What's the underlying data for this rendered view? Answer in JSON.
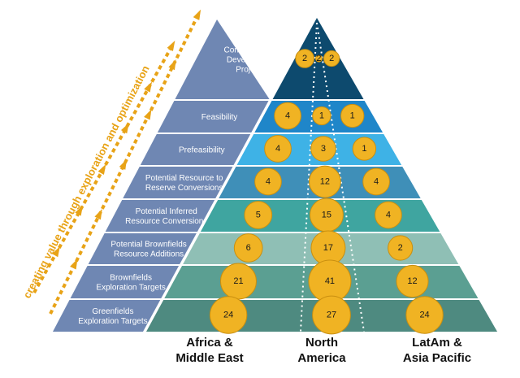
{
  "side_caption": "creating value through exploration and optimization",
  "tiers": [
    {
      "id": "construction",
      "label_lines": [
        "Construction  &",
        "Development",
        "Projects"
      ],
      "color": "#0d4a6e",
      "counts": [
        2,
        2,
        2
      ]
    },
    {
      "id": "feasibility",
      "label_lines": [
        "Feasibility"
      ],
      "color": "#1f86c9",
      "counts": [
        4,
        1,
        1
      ]
    },
    {
      "id": "prefeasibility",
      "label_lines": [
        "Prefeasibility"
      ],
      "color": "#3eb2e6",
      "counts": [
        4,
        3,
        1
      ]
    },
    {
      "id": "resource-to-reserve",
      "label_lines": [
        "Potential Resource to",
        "Reserve Conversions"
      ],
      "color": "#3f8fb8",
      "counts": [
        4,
        12,
        4
      ]
    },
    {
      "id": "inferred-resource",
      "label_lines": [
        "Potential Inferred",
        "Resource Conversions"
      ],
      "color": "#3fa5a0",
      "counts": [
        5,
        15,
        4
      ]
    },
    {
      "id": "brownfields-additions",
      "label_lines": [
        "Potential Brownfields",
        "Resource Additions"
      ],
      "color": "#8fbfb5",
      "counts": [
        6,
        17,
        2
      ]
    },
    {
      "id": "brownfields-targets",
      "label_lines": [
        "Brownfields",
        "Exploration Targets"
      ],
      "color": "#5b9f92",
      "counts": [
        21,
        41,
        12
      ]
    },
    {
      "id": "greenfields-targets",
      "label_lines": [
        "Greenfields",
        "Exploration Targets"
      ],
      "color": "#4e8a80",
      "counts": [
        24,
        27,
        24
      ]
    }
  ],
  "regions": [
    {
      "id": "africa-middle-east",
      "lines": [
        "Africa &",
        "Middle East"
      ]
    },
    {
      "id": "north-america",
      "lines": [
        "North",
        "America"
      ]
    },
    {
      "id": "latam-asia-pacific",
      "lines": [
        "LatAm &",
        "Asia Pacific"
      ]
    }
  ],
  "colors": {
    "label_panel": "#6f87b3",
    "bubble_fill": "#f0b323",
    "bubble_stroke": "#c98f10",
    "arrow": "#e8a317",
    "divider_dots": "#ffffff"
  }
}
